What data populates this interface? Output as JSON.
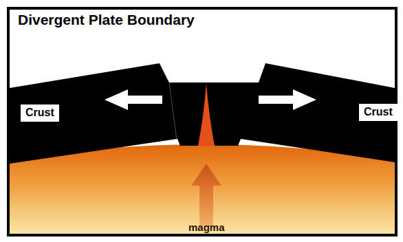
{
  "diagram": {
    "title": "Divergent Plate Boundary",
    "nodes": [
      {
        "text": [
          "Crust"
        ]
      },
      {
        "text": [
          "Crust"
        ]
      }
    ],
    "labels": [
      "magma"
    ]
  }
}
